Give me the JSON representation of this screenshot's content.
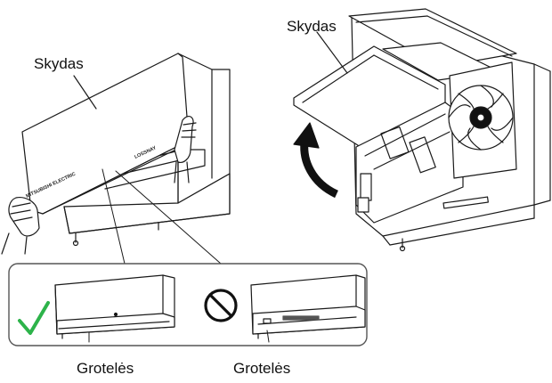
{
  "labels": {
    "left_cover": "Skydas",
    "right_cover": "Skydas",
    "grille_ok": "Grotelės",
    "grille_bad": "Grotelės"
  },
  "unit_marks": {
    "brand_left": "MITSUBISHI ELECTRIC",
    "model": "LOSSNAY"
  },
  "colors": {
    "check_mark": "#2db34a",
    "line": "#1a1a1a",
    "inset_border": "#555555"
  },
  "icons": {
    "ok": "check-icon",
    "not_allowed": "prohibited-icon",
    "rotate": "curved-arrow-icon"
  }
}
